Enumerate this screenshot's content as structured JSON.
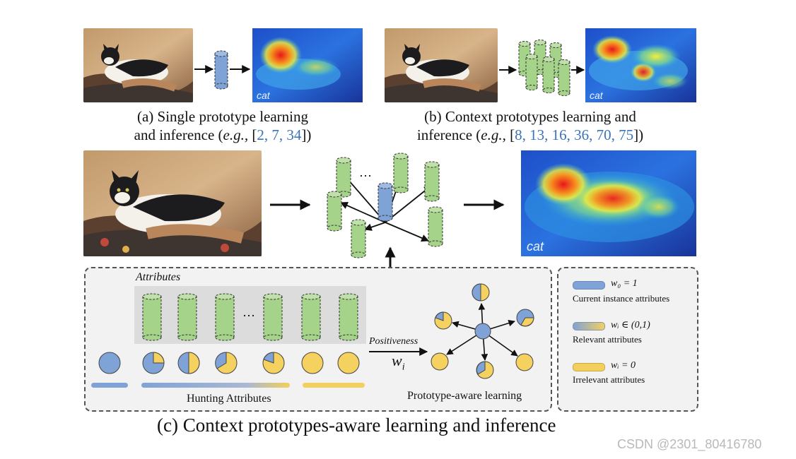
{
  "panel_a": {
    "heatmap_label": "cat",
    "caption_line1": "(a) Single prototype learning",
    "caption_line2_prefix": "and inference (",
    "caption_eg": "e.g.,",
    "caption_open": " [",
    "caption_cites": "2, 7, 34",
    "caption_close": "])"
  },
  "panel_b": {
    "heatmap_label": "cat",
    "caption_line1": "(b) Context prototypes learning and",
    "caption_line2_prefix": "inference (",
    "caption_eg": "e.g.,",
    "caption_open": " [",
    "caption_cites": "8, 13, 16, 36, 70, 75",
    "caption_close": "])"
  },
  "panel_c": {
    "heatmap_label": "cat",
    "ellipsis": "···",
    "attributes_title": "Attributes",
    "attributes_ellipsis": "···",
    "positiveness_label": "Positiveness",
    "weight_symbol": "w",
    "weight_subscript": "i",
    "hunting_label": "Hunting Attributes",
    "prototype_label": "Prototype-aware learning",
    "caption": "(c) Context prototypes-aware learning and inference"
  },
  "legend": {
    "items": [
      {
        "math": "w₀ = 1",
        "label": "Current instance attributes",
        "colors": [
          "#7fa3d6",
          "#7fa3d6"
        ]
      },
      {
        "math": "wᵢ ∈ (0,1)",
        "label": "Relevant attributes",
        "colors": [
          "#7fa3d6",
          "#f3cf5e"
        ]
      },
      {
        "math": "wᵢ = 0",
        "label": "Irrelevant attributes",
        "colors": [
          "#f3cf5e",
          "#f3cf5e"
        ]
      }
    ]
  },
  "colors": {
    "green": "#a6d38a",
    "blue": "#7fa3d6",
    "yellow": "#f5d160",
    "citation": "#3a73b8"
  },
  "watermark": "CSDN @2301_80416780"
}
